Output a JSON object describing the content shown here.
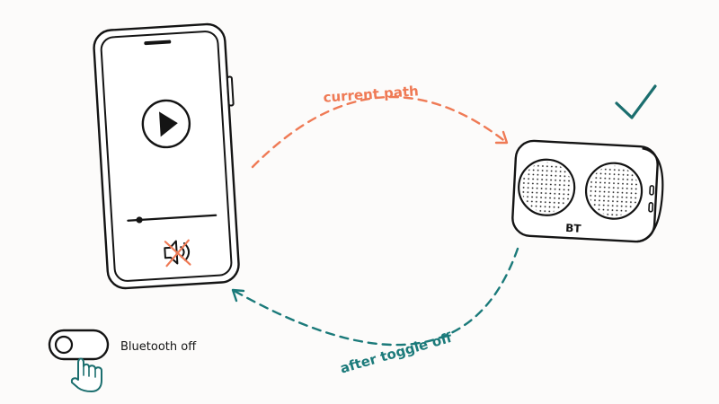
{
  "colors": {
    "ink": "#141414",
    "background": "#fcfbfa",
    "current_path": "#ef7a55",
    "after_toggle": "#1b7a7a",
    "check": "#1b6e6e"
  },
  "arrows": {
    "current_path_label": "current path",
    "after_toggle_label": "after toggle off"
  },
  "speaker": {
    "label": "BT",
    "connected_icon": "checkmark-icon"
  },
  "phone": {
    "play_icon": "play-icon",
    "volume_icon": "muted-speaker-icon",
    "progress": 0.13
  },
  "toggle": {
    "label": "Bluetooth off",
    "state": "off",
    "hand_icon": "pointing-hand-icon"
  }
}
